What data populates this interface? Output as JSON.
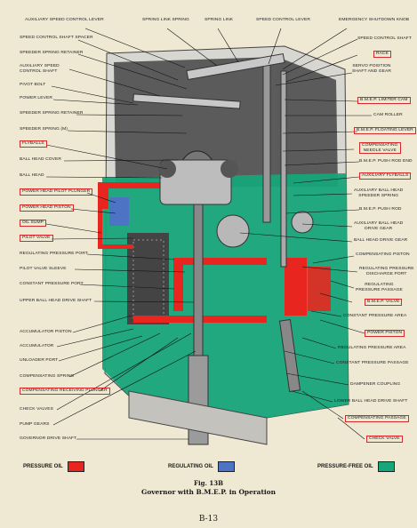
{
  "labels_top": [
    "AUXILIARY SPEED CONTROL LEVER",
    "SPRING LINK SPRING",
    "SPRING LINK",
    "SPEED CONTROL LEVER",
    "EMERGENCY SHUTDOWN KNOB"
  ],
  "labels_left": [
    "SPEED CONTROL SHAFT SPACER",
    "SPEEDER SPRING RETAINER",
    "AUXILIARY SPEED\nCONTROL SHAFT",
    "PIVOT BOLT",
    "POWER LEVER",
    "SPEEDER SPRING RETAINER",
    "SPEEDER SPRING (M)",
    "FLYBALLS",
    "BALL HEAD COVER",
    "BALL HEAD",
    "POWER HEAD PILOT PLUNGER",
    "POWER HEAD PISTON",
    "OIL SUMP",
    "PILOT VALVE",
    "REGULATING PRESSURE PORT",
    "PILOT VALVE SLEEVE",
    "CONSTANT PRESSURE PORT",
    "UPPER BALL HEAD DRIVE SHAFT",
    "ACCUMULATOR PISTON",
    "ACCUMULATOR",
    "UNLOADER PORT",
    "COMPENSATING SPRING",
    "COMPENSATING RECEIVING PLUNGER",
    "CHECK VALVES",
    "PUMP GEARS",
    "GOVERNOR DRIVE SHAFT"
  ],
  "labels_right": [
    "SPEED CONTROL SHAFT",
    "RACK",
    "SERVO POSITION\nSHAFT AND GEAR",
    "B.M.E.P. LIMITER CAM",
    "CAM ROLLER",
    "B.M.E.P. FLOATING LEVER",
    "COMPENSATING\nNEEDLE VALVE",
    "B.M.E.P. PUSH ROD END",
    "AUXILIARY FLYBALLS",
    "AUXILIARY BALL HEAD\nSPEEDER SPRING",
    "B.M.E.P. PUSH ROD",
    "AUXILIARY BALL HEAD\nDRIVE GEAR",
    "BALL HEAD DRIVE GEAR",
    "COMPENSATING PISTON",
    "REGULATING PRESSURE\nDISCHARGE PORT",
    "REGULATING\nPRESSURE PASSAGE",
    "B.M.E.P. VALVE",
    "CONSTANT PRESSURE AREA",
    "POWER PISTON",
    "REGULATING PRESSURE AREA",
    "CONSTANT PRESSURE PASSAGE",
    "DAMPENER COUPLING",
    "LOWER BALL HEAD DRIVE SHAFT",
    "COMPENSATING PASSAGE",
    "CHECK VALVE"
  ],
  "legend": [
    {
      "label": "PRESSURE OIL",
      "color": "#e8261f"
    },
    {
      "label": "REGULATING OIL",
      "color": "#4c73c4"
    },
    {
      "label": "PRESSURE-FREE OIL",
      "color": "#17a57a"
    }
  ],
  "caption": {
    "figure": "Fig. 13B",
    "title": "Governor with B.M.E.P. in Operation",
    "page": "B-13"
  },
  "colors": {
    "pressure": "#e8261f",
    "regulating": "#4c73c4",
    "free": "#17a57a",
    "box_outline": "#d62a2a",
    "paper": "#efe9d4"
  }
}
